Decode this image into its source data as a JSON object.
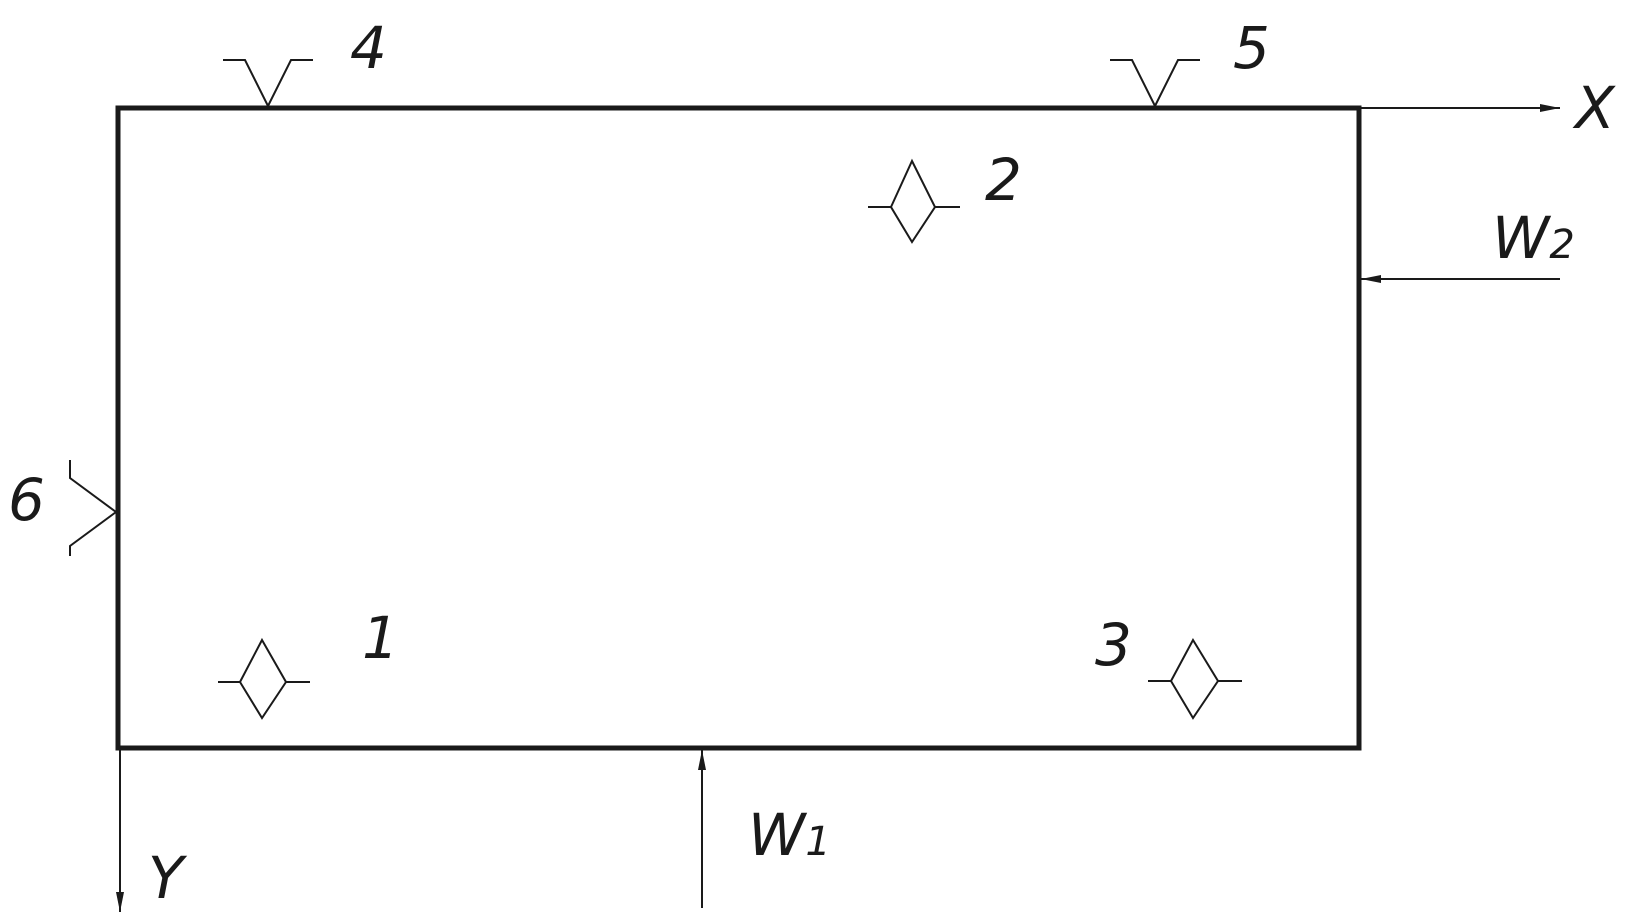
{
  "labels": {
    "support_1": "1",
    "support_2": "2",
    "support_3": "3",
    "support_4": "4",
    "support_5": "5",
    "support_6": "6",
    "axis_x": "X",
    "axis_y": "Y",
    "force_w1_letter": "W",
    "force_w1_index": "1",
    "force_w2_letter": "W",
    "force_w2_index": "2"
  },
  "colors": {
    "line": "#1a1a1a",
    "background": "#ffffff"
  }
}
